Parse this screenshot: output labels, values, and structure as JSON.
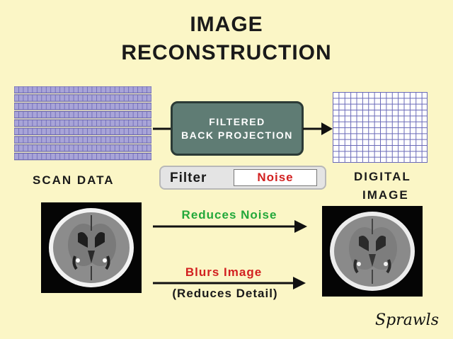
{
  "title_line1": "IMAGE",
  "title_line2": "RECONSTRUCTION",
  "scan_data_label": "SCAN  DATA",
  "process_line1": "FILTERED",
  "process_line2": "BACK PROJECTION",
  "filter_label": "Filter",
  "filter_value": "Noise",
  "digital_image_line1": "DIGITAL",
  "digital_image_line2": "IMAGE",
  "reduces_noise": "Reduces Noise",
  "blurs_image": "Blurs Image",
  "reduces_detail": "(Reduces Detail)",
  "signature": "Sprawls",
  "colors": {
    "background": "#fbf6c6",
    "process_box": "#5f7c74",
    "scan_data": "#a8a4d8",
    "green_caption": "#22a83a",
    "red_caption": "#d22020"
  }
}
